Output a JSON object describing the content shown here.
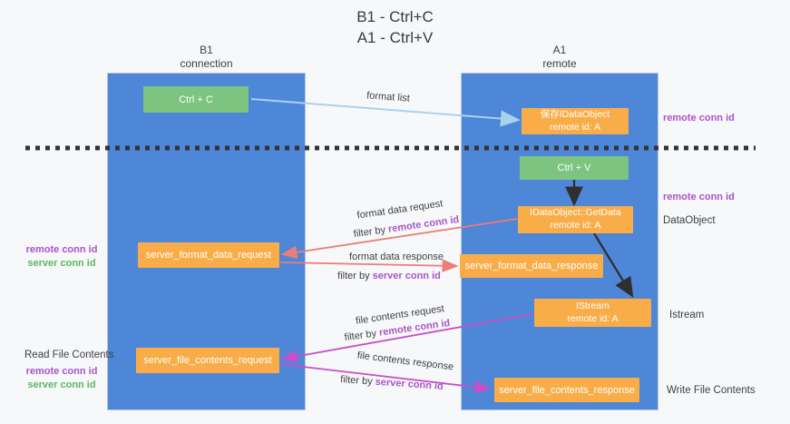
{
  "title": {
    "line1": "B1 - Ctrl+C",
    "line2": "A1 - Ctrl+V"
  },
  "lanes": {
    "left": {
      "name": "B1",
      "role": "connection"
    },
    "right": {
      "name": "A1",
      "role": "remote"
    }
  },
  "boxes": {
    "ctrl_c": {
      "label": "Ctrl + C"
    },
    "save_dataobject": {
      "line1": "保存IDataObject",
      "line2": "remote id: A"
    },
    "ctrl_v": {
      "label": "Ctrl + V"
    },
    "getdata": {
      "line1": "IDataObject::GetData",
      "line2": "remote id: A"
    },
    "format_request": {
      "label": "server_format_data_request"
    },
    "format_response": {
      "label": "server_format_data_response"
    },
    "istream": {
      "line1": "IStream",
      "line2": "remote id: A"
    },
    "file_request": {
      "label": "server_file_contents_request"
    },
    "file_response": {
      "label": "server_file_contents_response"
    }
  },
  "flow_labels": {
    "format_list": "format list",
    "format_data_request": "format data request",
    "filter_remote_1": {
      "prefix": "filter by",
      "highlight": "remote conn id"
    },
    "format_data_response": "format data response",
    "filter_server_1": {
      "prefix": "filter by",
      "highlight": "server conn id"
    },
    "file_contents_request": "file contents request",
    "filter_remote_2": {
      "prefix": "filter by",
      "highlight": "remote conn id"
    },
    "file_contents_response": "file contents response",
    "filter_server_2": {
      "prefix": "filter by",
      "highlight": "server conn id"
    }
  },
  "side_labels": {
    "right_remote_conn_1": "remote conn id",
    "right_remote_conn_2": "remote conn id",
    "dataobject": "DataObject",
    "istream": "Istream",
    "write_file": "Write File Contents",
    "read_file": "Read File Contents",
    "left_remote_conn_1": "remote conn id",
    "left_server_conn_1": "server conn id",
    "left_remote_conn_2": "remote conn id",
    "left_server_conn_2": "server conn id"
  },
  "colors": {
    "lane_blue": "#4e86d8",
    "box_orange": "#f9ad49",
    "box_green": "#7cc47f",
    "arrow_black": "#2f2f2f",
    "arrow_salmon": "#e87f78",
    "arrow_magenta": "#c750c7",
    "arrow_lightblue": "#a9d2ef",
    "text_purple": "#a855c8",
    "text_green": "#5cb85c"
  }
}
